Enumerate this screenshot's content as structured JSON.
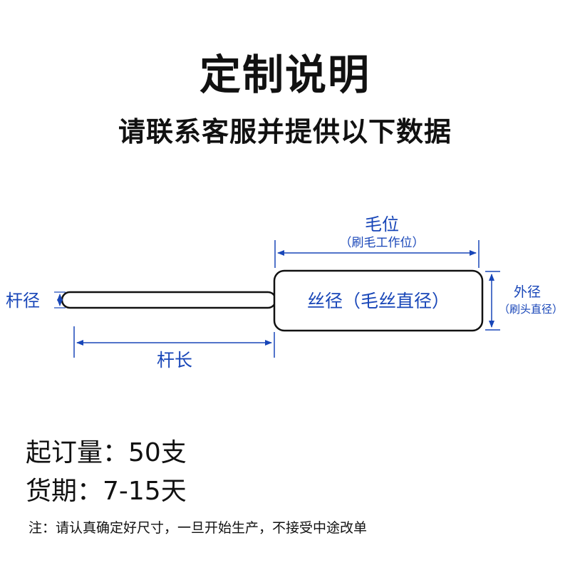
{
  "header": {
    "title": "定制说明",
    "subtitle": "请联系客服并提供以下数据"
  },
  "diagram": {
    "bristle_position_label": "毛位",
    "bristle_position_sub": "（刷毛工作位）",
    "wire_diameter_label": "丝径（毛丝直径）",
    "outer_diameter_label": "外径",
    "outer_diameter_sub": "（刷头直径）",
    "rod_diameter_label": "杆径",
    "rod_length_label": "杆长",
    "line_color": "#1846b8",
    "outline_color": "#111111"
  },
  "specs": {
    "moq": "起订量：50支",
    "lead_time": "货期：7-15天"
  },
  "note": "注：请认真确定好尺寸，一旦开始生产，不接受中途改单"
}
